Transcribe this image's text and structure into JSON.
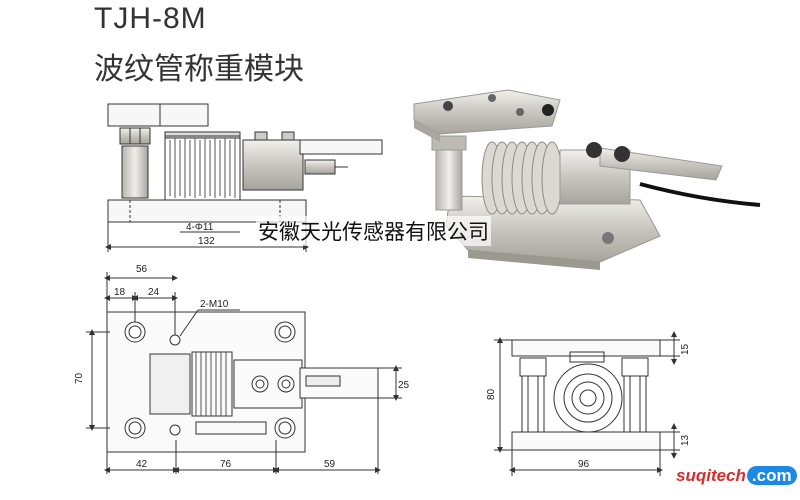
{
  "header": {
    "title": "TJH-8M",
    "subtitle": "波纹管称重模块"
  },
  "overlay_text": "安徽天光传感器有限公司",
  "watermark": {
    "part1": "suqitech",
    "part2": ".com"
  },
  "front_view": {
    "dim_holes": "4-Φ11",
    "dim_length": "132"
  },
  "top_view": {
    "dim_56": "56",
    "dim_18": "18",
    "dim_24": "24",
    "dim_thread": "2-M10",
    "dim_70": "70",
    "dim_25": "25",
    "dim_42": "42",
    "dim_76": "76",
    "dim_59": "59"
  },
  "side_view": {
    "dim_15": "15",
    "dim_80": "80",
    "dim_13": "13",
    "dim_96": "96"
  }
}
